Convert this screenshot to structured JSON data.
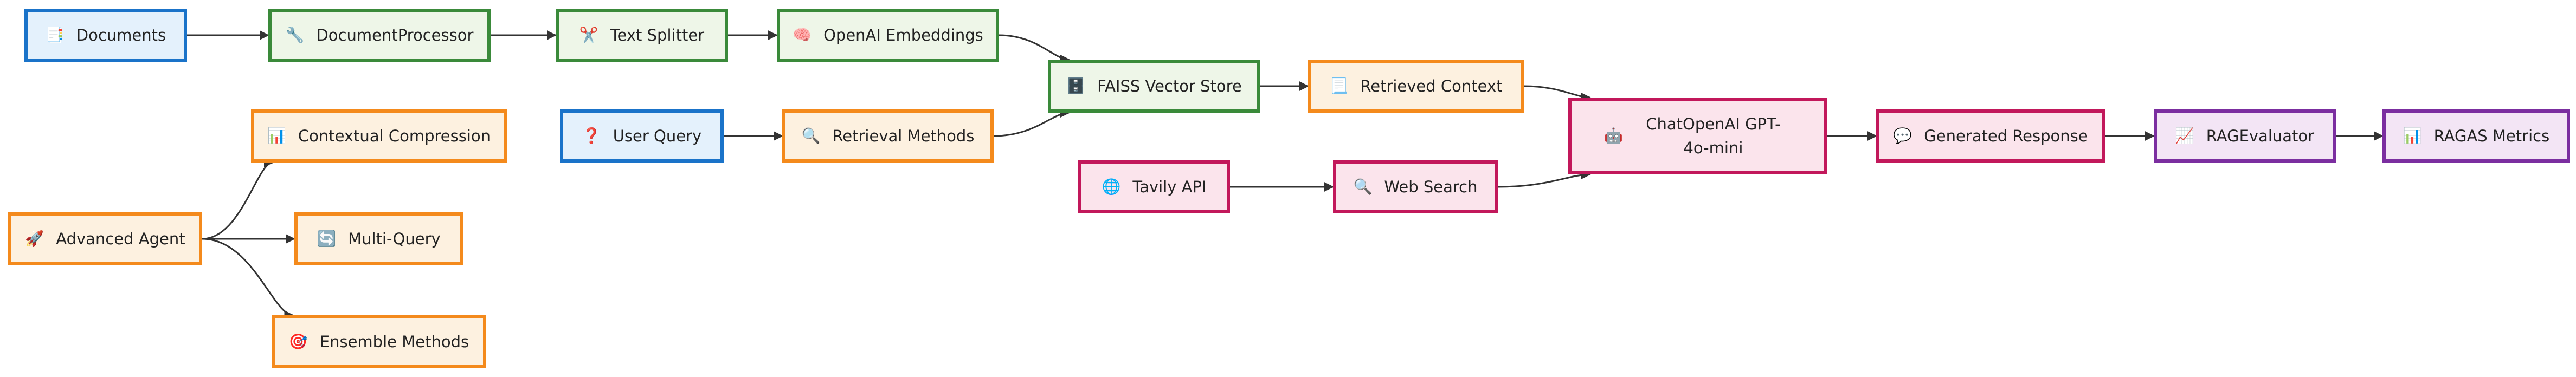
{
  "nodes": {
    "documents": {
      "label": "Documents",
      "icon": "📑"
    },
    "document_processor": {
      "label": "DocumentProcessor",
      "icon": "🔧"
    },
    "text_splitter": {
      "label": "Text Splitter",
      "icon": "✂️"
    },
    "openai_embeddings": {
      "label": "OpenAI Embeddings",
      "icon": "🧠"
    },
    "faiss_vector_store": {
      "label": "FAISS Vector Store",
      "icon": "🗄️"
    },
    "retrieved_context": {
      "label": "Retrieved Context",
      "icon": "📃"
    },
    "user_query": {
      "label": "User Query",
      "icon": "❓"
    },
    "retrieval_methods": {
      "label": "Retrieval Methods",
      "icon": "🔍"
    },
    "contextual_compression": {
      "label": "Contextual Compression",
      "icon": "📊"
    },
    "advanced_agent": {
      "label": "Advanced Agent",
      "icon": "🚀"
    },
    "multi_query": {
      "label": "Multi-Query",
      "icon": "🔄"
    },
    "ensemble_methods": {
      "label": "Ensemble Methods",
      "icon": "🎯"
    },
    "tavily_api": {
      "label": "Tavily API",
      "icon": "🌐"
    },
    "web_search": {
      "label": "Web Search",
      "icon": "🔍"
    },
    "chatopenai": {
      "label": "ChatOpenAI GPT-4o-mini",
      "icon": "🤖"
    },
    "generated_response": {
      "label": "Generated Response",
      "icon": "💬"
    },
    "rag_evaluator": {
      "label": "RAGEvaluator",
      "icon": "📈"
    },
    "ragas_metrics": {
      "label": "RAGAS Metrics",
      "icon": "📊"
    }
  },
  "edges": [
    [
      "documents",
      "document_processor"
    ],
    [
      "document_processor",
      "text_splitter"
    ],
    [
      "text_splitter",
      "openai_embeddings"
    ],
    [
      "openai_embeddings",
      "faiss_vector_store"
    ],
    [
      "faiss_vector_store",
      "retrieved_context"
    ],
    [
      "user_query",
      "retrieval_methods"
    ],
    [
      "retrieval_methods",
      "faiss_vector_store"
    ],
    [
      "advanced_agent",
      "contextual_compression"
    ],
    [
      "advanced_agent",
      "multi_query"
    ],
    [
      "advanced_agent",
      "ensemble_methods"
    ],
    [
      "tavily_api",
      "web_search"
    ],
    [
      "retrieved_context",
      "chatopenai"
    ],
    [
      "web_search",
      "chatopenai"
    ],
    [
      "chatopenai",
      "generated_response"
    ],
    [
      "generated_response",
      "rag_evaluator"
    ],
    [
      "rag_evaluator",
      "ragas_metrics"
    ]
  ]
}
